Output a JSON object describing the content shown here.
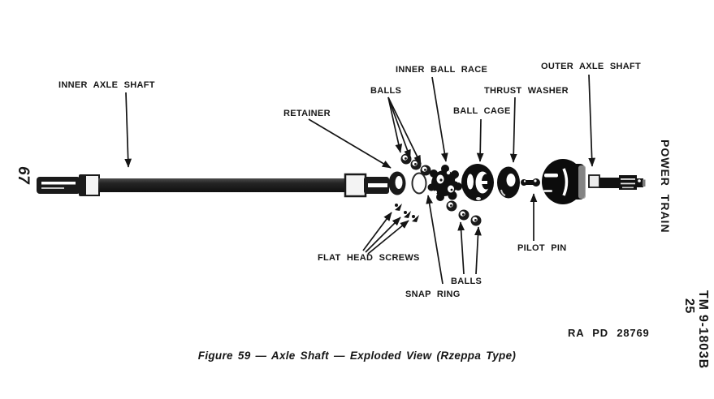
{
  "figure": {
    "caption": "Figure 59 — Axle Shaft — Exploded View (Rzeppa Type)",
    "credit": "RA PD 28769",
    "labels": {
      "inner_axle_shaft": "INNER AXLE SHAFT",
      "retainer": "RETAINER",
      "balls_top": "BALLS",
      "inner_ball_race": "INNER BALL RACE",
      "ball_cage": "BALL CAGE",
      "thrust_washer": "THRUST WASHER",
      "outer_axle_shaft": "OUTER AXLE SHAFT",
      "pilot_pin": "PILOT PIN",
      "flat_head_screws": "FLAT HEAD SCREWS",
      "snap_ring": "SNAP RING",
      "balls_bottom": "BALLS"
    }
  },
  "page_furniture": {
    "section_header": "POWER TRAIN",
    "manual_number": "TM 9-1803B",
    "paragraph_number": "25",
    "page_number": "67"
  },
  "colors": {
    "paper": "#ffffff",
    "ink": "#141414"
  }
}
